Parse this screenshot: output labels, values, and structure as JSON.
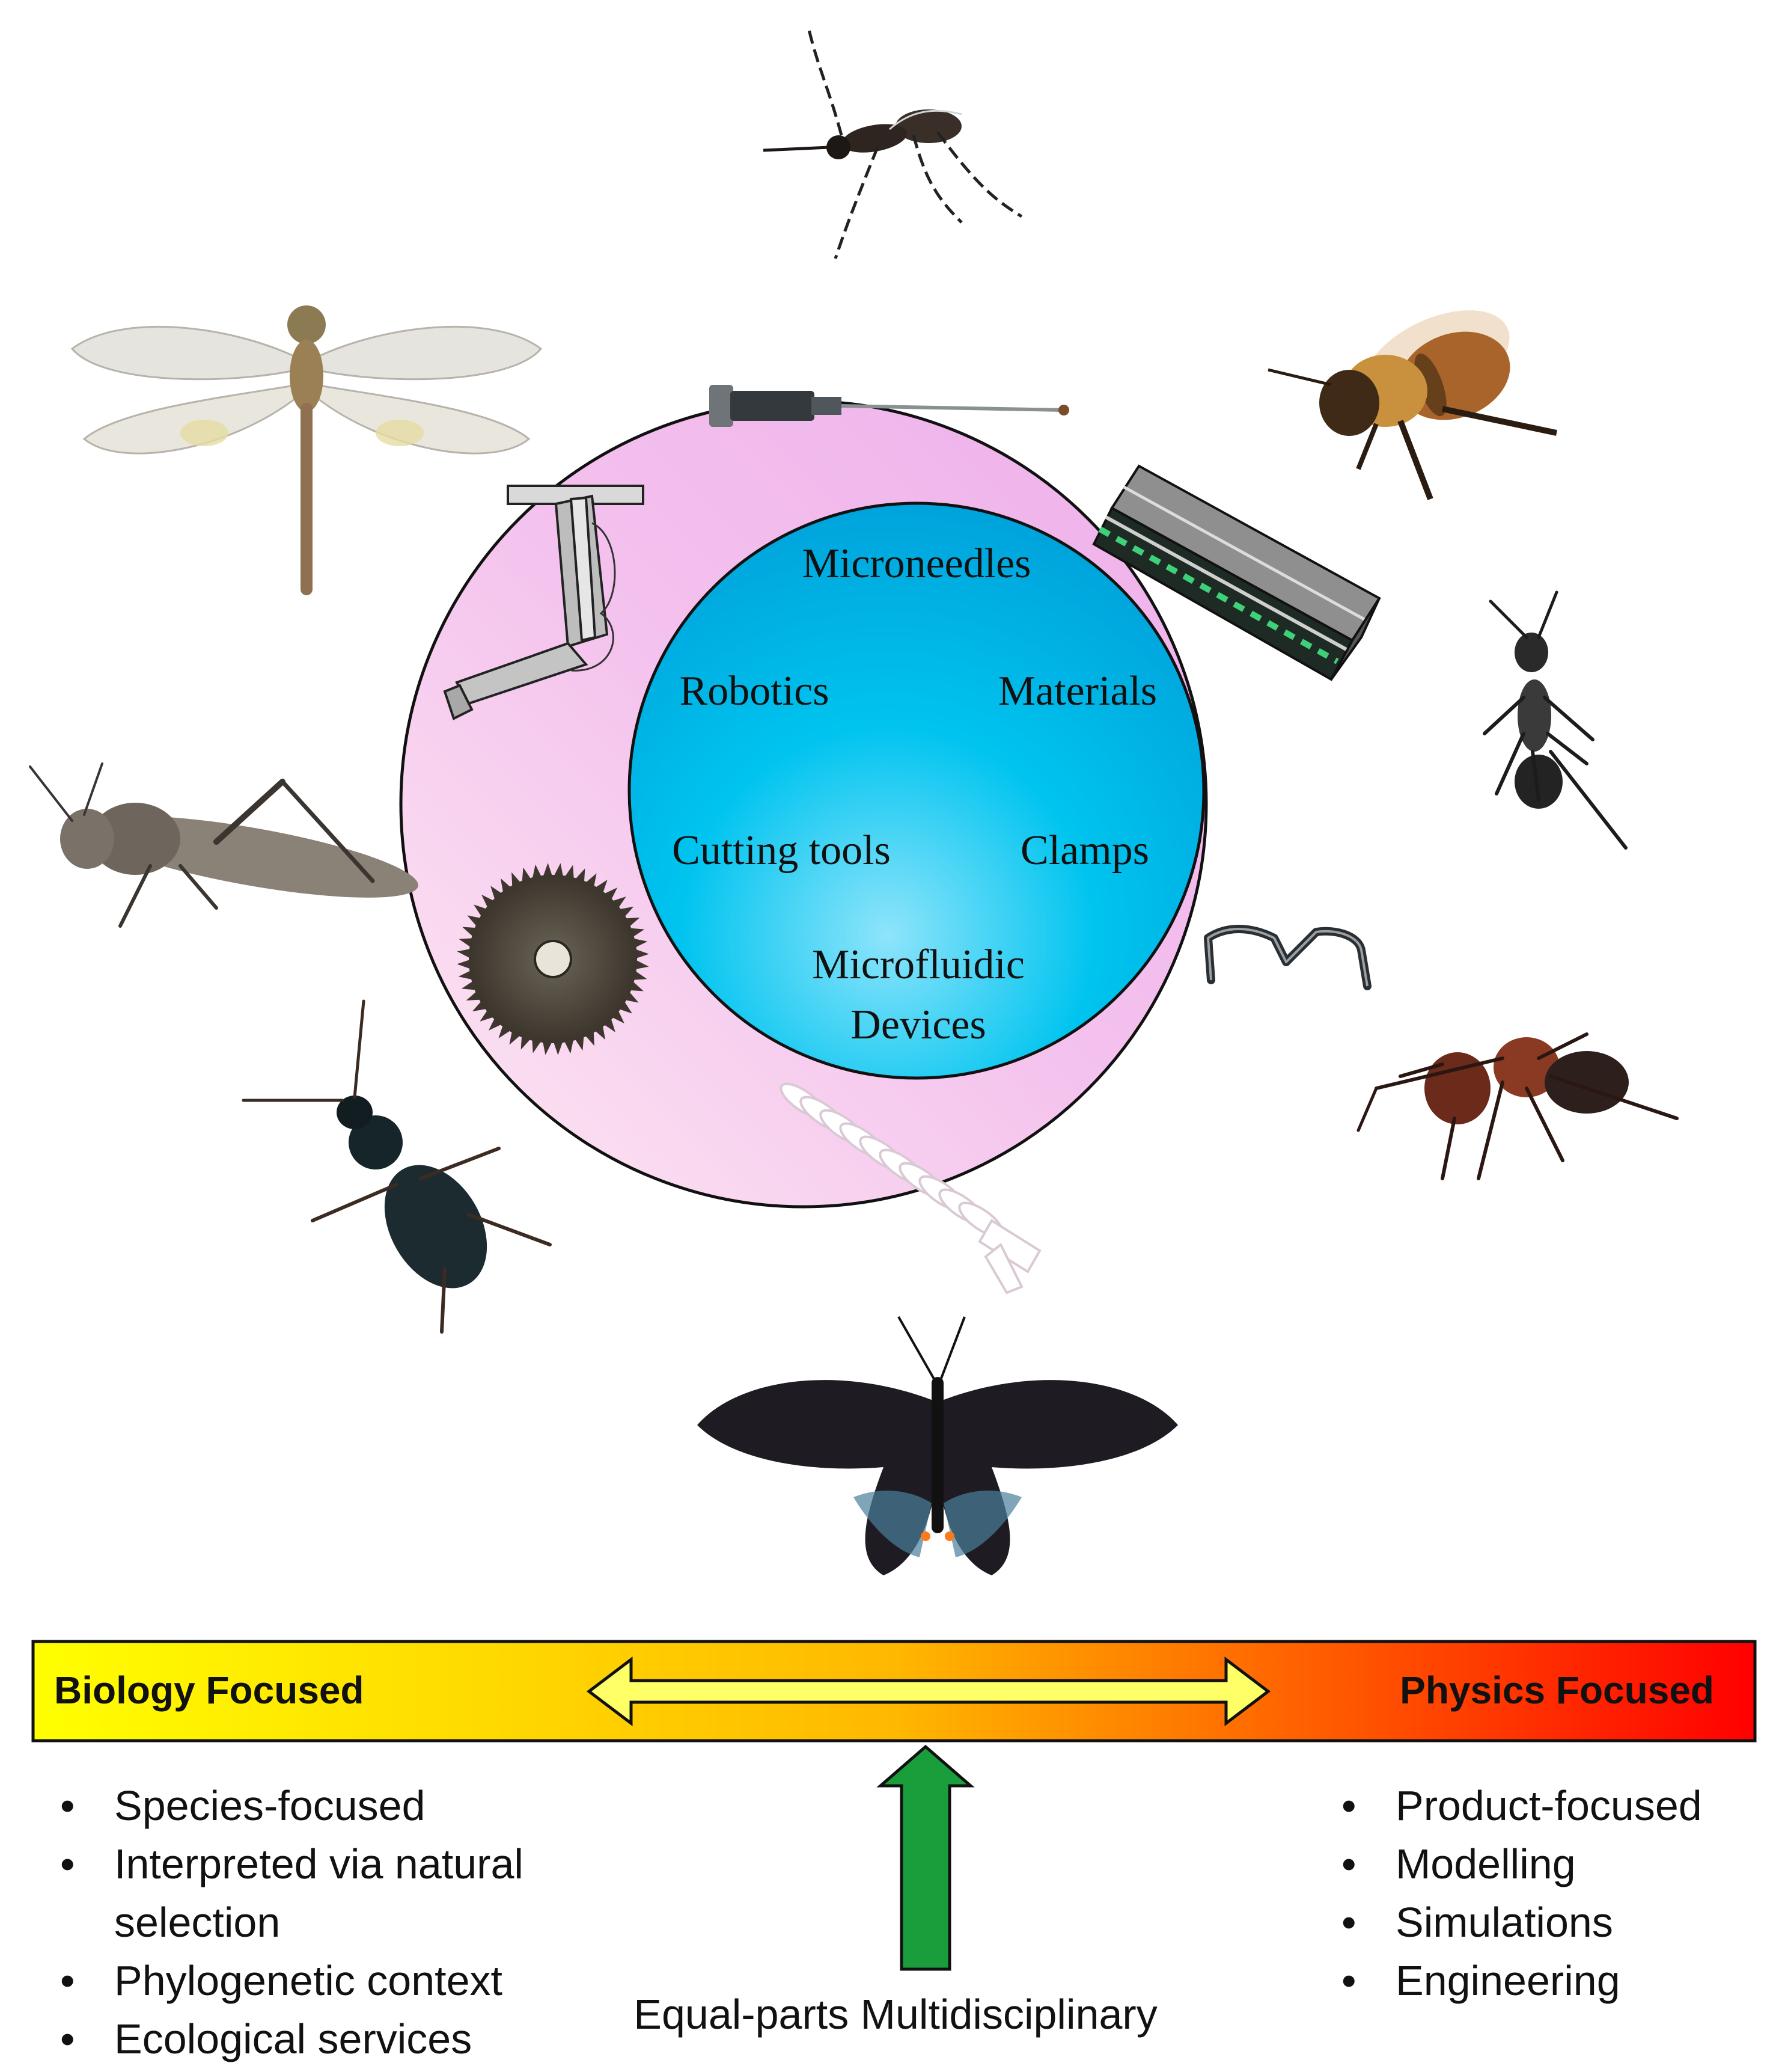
{
  "center_topics": [
    "Microneedles",
    "Robotics",
    "Materials",
    "Cutting tools",
    "Clamps",
    "Microfluidic",
    "Devices"
  ],
  "insects": [
    "mosquito",
    "honeybee",
    "ant",
    "red-ant",
    "butterfly",
    "ground-beetle",
    "grasshopper",
    "dragonfly"
  ],
  "tools": [
    "hypodermic-needle",
    "layered-material",
    "robotic-arm",
    "saw-blade",
    "clamp-wire",
    "microfluidic-chain"
  ],
  "spectrum": {
    "left_label": "Biology Focused",
    "right_label": "Physics Focused",
    "gradient_colors": [
      "#ffff00",
      "#ff0000"
    ]
  },
  "biology_list": [
    "Species-focused",
    "Interpreted via natural selection",
    "Phylogenetic context",
    "Ecological services"
  ],
  "physics_list": [
    "Product-focused",
    "Modelling",
    "Simulations",
    "Engineering"
  ],
  "center_caption": "Equal-parts Multidisciplinary",
  "colors": {
    "outer_circle": "#f2b8ee",
    "inner_circle": "#00b4e6",
    "arrow_green": "#1a9e3c"
  }
}
